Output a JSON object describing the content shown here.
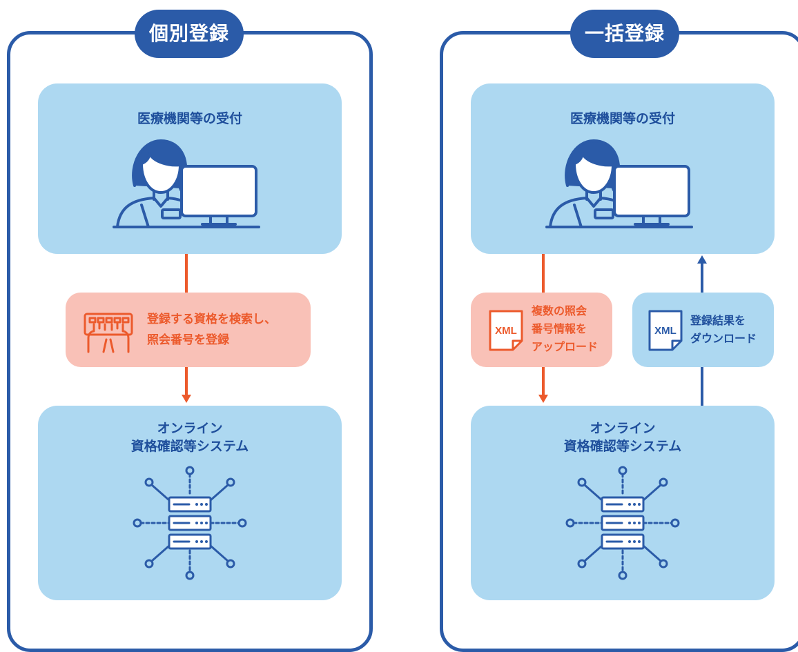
{
  "panels": [
    {
      "tab_label": "個別登録",
      "reception_title": "医療機関等の受付",
      "system_title_line1": "オンライン",
      "system_title_line2": "資格確認等システム",
      "step_line1": "登録する資格を検索し、",
      "step_line2": "照会番号を登録",
      "step_icon": "keyboard-typing-icon"
    },
    {
      "tab_label": "一括登録",
      "reception_title": "医療機関等の受付",
      "system_title_line1": "オンライン",
      "system_title_line2": "資格確認等システム",
      "upload_line1": "複数の照会",
      "upload_line2": "番号情報を",
      "upload_line3": "アップロード",
      "upload_icon_text": "XML",
      "download_line1": "登録結果を",
      "download_line2": "ダウンロード",
      "download_icon_text": "XML"
    }
  ],
  "colors": {
    "navy": "#2b5ba8",
    "light_blue": "#add8f1",
    "orange": "#ec5a2c",
    "salmon": "#f9c1b7"
  }
}
